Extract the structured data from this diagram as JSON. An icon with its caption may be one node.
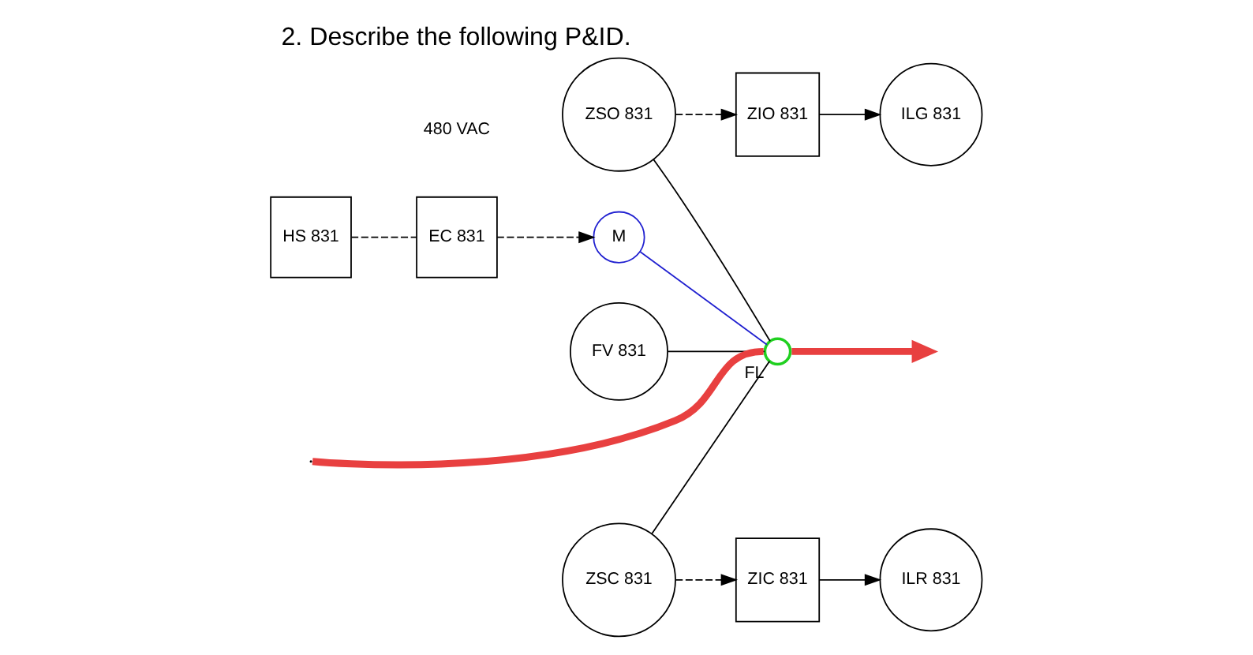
{
  "diagram": {
    "title": "2. Describe the following P&ID.",
    "nodes": [
      {
        "text": [
          "ILG 831"
        ]
      },
      {
        "text": [
          "ZIO 831"
        ]
      },
      {
        "text": [
          "ZSO 831"
        ]
      },
      {
        "text": [
          "ILR 831"
        ]
      },
      {
        "text": [
          "ZIC 831"
        ]
      },
      {
        "text": [
          "ZSC 831"
        ]
      },
      {
        "text": [
          "HS 831"
        ]
      },
      {
        "text": [
          "EC 831"
        ]
      },
      {
        "text": [
          "M"
        ]
      },
      {
        "text": [],
        "shape": "valve",
        "beside": [
          "FL"
        ]
      },
      {
        "text": [
          "FV 831"
        ]
      }
    ],
    "edges": [
      {
        "from": 1,
        "to": 0,
        "arrow": "to"
      },
      {
        "from": 2,
        "to": 1,
        "arrow": "to",
        "style": "dashed"
      },
      {
        "from": 4,
        "to": 3,
        "arrow": "to"
      },
      {
        "from": 5,
        "to": 4,
        "arrow": "to",
        "style": "dashed"
      },
      {
        "from": 2,
        "to": 9,
        "arrow": "none"
      },
      {
        "from": 5,
        "to": 9,
        "arrow": "none"
      },
      {
        "from": 6,
        "to": 7,
        "arrow": "none",
        "style": "dashed"
      },
      {
        "from": 7,
        "to": 8,
        "arrow": "to",
        "style": "dashed"
      },
      {
        "from": 8,
        "to": 9,
        "arrow": "none",
        "color": "#2020d0"
      },
      {
        "from": 10,
        "to": 9,
        "arrow": "none"
      },
      {
        "from": null,
        "to": 9,
        "arrow": "none",
        "style": "thick",
        "color": "#e84040"
      },
      {
        "from": 9,
        "to": null,
        "arrow": "to",
        "style": "thick",
        "color": "#e84040"
      }
    ],
    "labels": [
      "480 VAC"
    ]
  }
}
